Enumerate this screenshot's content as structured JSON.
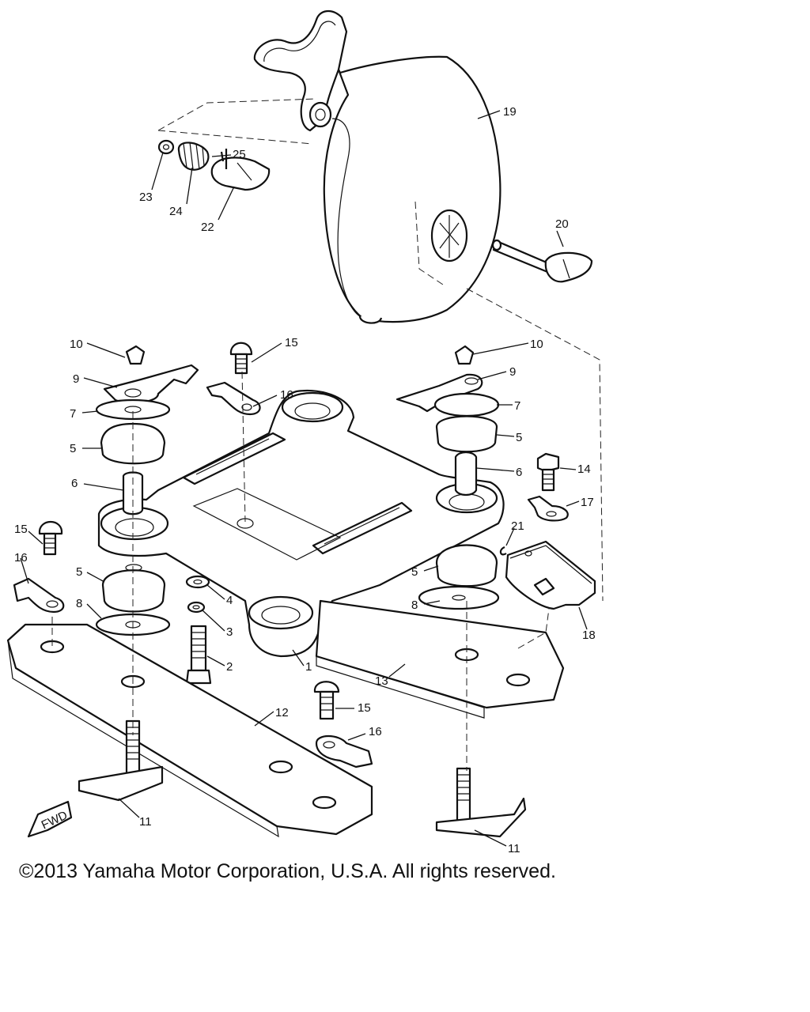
{
  "copyright": "©2013 Yamaha Motor Corporation, U.S.A. All rights reserved.",
  "fwd_label": "FWD",
  "callouts": [
    {
      "id": "c19",
      "label": "19"
    },
    {
      "id": "c25",
      "label": "25"
    },
    {
      "id": "c23",
      "label": "23"
    },
    {
      "id": "c24",
      "label": "24"
    },
    {
      "id": "c22",
      "label": "22"
    },
    {
      "id": "c20",
      "label": "20"
    },
    {
      "id": "c10a",
      "label": "10"
    },
    {
      "id": "c15a",
      "label": "15"
    },
    {
      "id": "c9a",
      "label": "9"
    },
    {
      "id": "c16a",
      "label": "16"
    },
    {
      "id": "c7a",
      "label": "7"
    },
    {
      "id": "c5a",
      "label": "5"
    },
    {
      "id": "c6a",
      "label": "6"
    },
    {
      "id": "c15b",
      "label": "15"
    },
    {
      "id": "c16b",
      "label": "16"
    },
    {
      "id": "c5b",
      "label": "5"
    },
    {
      "id": "c8a",
      "label": "8"
    },
    {
      "id": "c4",
      "label": "4"
    },
    {
      "id": "c3",
      "label": "3"
    },
    {
      "id": "c2",
      "label": "2"
    },
    {
      "id": "c1",
      "label": "1"
    },
    {
      "id": "c10b",
      "label": "10"
    },
    {
      "id": "c9b",
      "label": "9"
    },
    {
      "id": "c7b",
      "label": "7"
    },
    {
      "id": "c5c",
      "label": "5"
    },
    {
      "id": "c6b",
      "label": "6"
    },
    {
      "id": "c14",
      "label": "14"
    },
    {
      "id": "c17",
      "label": "17"
    },
    {
      "id": "c21",
      "label": "21"
    },
    {
      "id": "c5d",
      "label": "5"
    },
    {
      "id": "c8b",
      "label": "8"
    },
    {
      "id": "c18",
      "label": "18"
    },
    {
      "id": "c13",
      "label": "13"
    },
    {
      "id": "c12",
      "label": "12"
    },
    {
      "id": "c15c",
      "label": "15"
    },
    {
      "id": "c16c",
      "label": "16"
    },
    {
      "id": "c11a",
      "label": "11"
    },
    {
      "id": "c11b",
      "label": "11"
    }
  ]
}
